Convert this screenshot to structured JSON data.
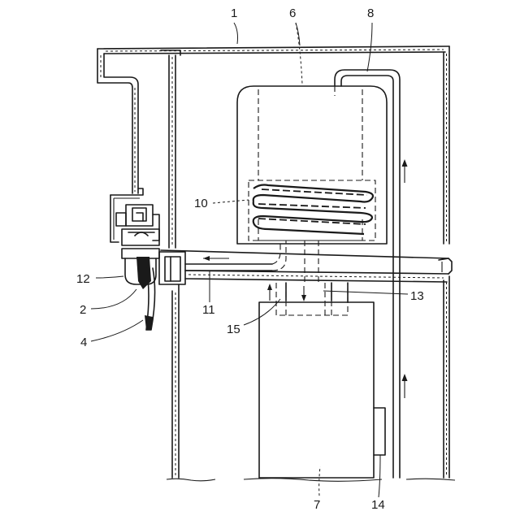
{
  "labels": {
    "l1": "1",
    "l2": "2",
    "l4": "4",
    "l6": "6",
    "l7": "7",
    "l8": "8",
    "l10": "10",
    "l11": "11",
    "l12": "12",
    "l13": "13",
    "l14": "14",
    "l15": "15"
  }
}
